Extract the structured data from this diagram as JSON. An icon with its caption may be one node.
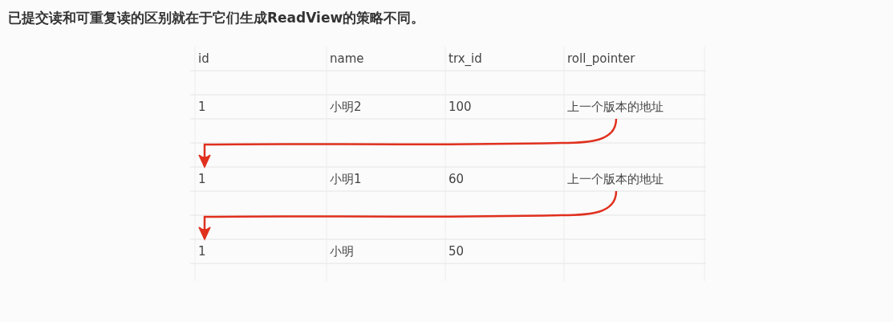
{
  "diagram": {
    "title": "已提交读和可重复读的区别就在于它们生成ReadView的策略不同。",
    "nodes": [
      {
        "text": [
          "1",
          "小明2",
          "100",
          "上一个版本的地址"
        ]
      },
      {
        "text": [
          "1",
          "小明1",
          "60",
          "上一个版本的地址"
        ]
      },
      {
        "text": [
          "1",
          "小明",
          "50"
        ]
      }
    ],
    "edges": [
      {
        "from": 0,
        "to": 1,
        "arrow": "to"
      },
      {
        "from": 1,
        "to": 2,
        "arrow": "to"
      }
    ],
    "labels": [
      "id",
      "name",
      "trx_id",
      "roll_pointer"
    ]
  }
}
